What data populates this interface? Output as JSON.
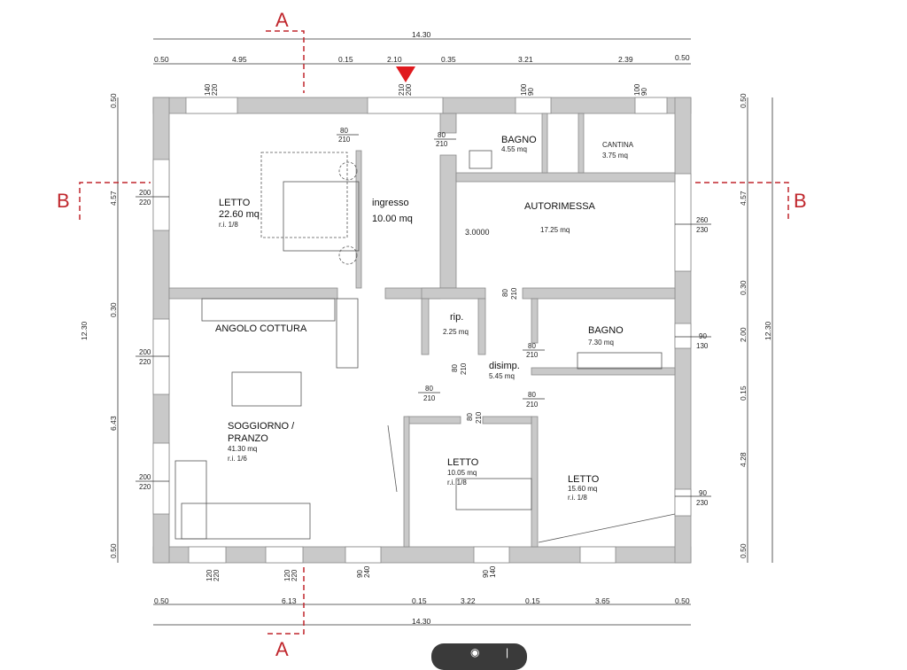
{
  "sections": {
    "a": "A",
    "b": "B"
  },
  "dims_top": {
    "total": "14.30",
    "parts": [
      "0.50",
      "4.95",
      "0.15",
      "2.10",
      "0.35",
      "3.21",
      "2.39",
      "0.50"
    ]
  },
  "dims_bottom": {
    "total": "14.30",
    "parts": [
      "0.50",
      "6.13",
      "0.15",
      "3.22",
      "0.15",
      "3.65",
      "0.50"
    ]
  },
  "dims_left": {
    "total": "12.30",
    "parts": [
      "0.50",
      "4.57",
      "0.30",
      "6.43",
      "0.50"
    ]
  },
  "dims_right": {
    "total": "12.30",
    "parts": [
      "0.50",
      "4.57",
      "0.30",
      "2.00",
      "0.15",
      "4.28",
      "0.50"
    ]
  },
  "windows_top": [
    [
      "140",
      "220"
    ],
    [
      "200",
      "210"
    ],
    [
      "90",
      "100"
    ],
    [
      "90",
      "100"
    ]
  ],
  "windows_bottom": [
    [
      "120",
      "220"
    ],
    [
      "120",
      "220"
    ],
    [
      "90",
      "240"
    ],
    [
      "90",
      "140"
    ]
  ],
  "windows_left": [
    [
      "200",
      "220"
    ],
    [
      "200",
      "220"
    ],
    [
      "200",
      "220"
    ]
  ],
  "windows_right": [
    [
      "260",
      "230"
    ],
    [
      "90",
      "130"
    ],
    [
      "90",
      "230"
    ]
  ],
  "doors": [
    [
      "80",
      "210"
    ],
    [
      "80",
      "210"
    ],
    [
      "80",
      "210"
    ],
    [
      "80",
      "210"
    ],
    [
      "80",
      "210"
    ],
    [
      "80",
      "210"
    ],
    [
      "80",
      "210"
    ],
    [
      "80",
      "210"
    ]
  ],
  "rooms": {
    "letto1": {
      "name": "LETTO",
      "area": "22.60 mq",
      "ri": "r.i. 1/8"
    },
    "ingresso": {
      "name": "ingresso",
      "area": "10.00 mq"
    },
    "bagno1": {
      "name": "BAGNO",
      "area": "4.55 mq"
    },
    "cantina": {
      "name": "CANTINA",
      "area": "3.75 mq"
    },
    "autorimessa": {
      "name": "AUTORIMESSA",
      "height": "3.0000",
      "area": "17.25 mq"
    },
    "cottura": {
      "name": "ANGOLO COTTURA"
    },
    "rip": {
      "name": "rip.",
      "area": "2.25 mq"
    },
    "disimp": {
      "name": "disimp.",
      "area": "5.45 mq"
    },
    "bagno2": {
      "name": "BAGNO",
      "area": "7.30 mq"
    },
    "soggiorno": {
      "name1": "SOGGIORNO /",
      "name2": "PRANZO",
      "area": "41.30 mq",
      "ri": "r.i. 1/6"
    },
    "letto2": {
      "name": "LETTO",
      "area": "10.05 mq",
      "ri": "r.i. 1/8"
    },
    "letto3": {
      "name": "LETTO",
      "area": "15.60 mq",
      "ri": "r.i. 1/8"
    }
  },
  "colors": {
    "section": "#c0272d",
    "wall": "#c9c9c9"
  }
}
